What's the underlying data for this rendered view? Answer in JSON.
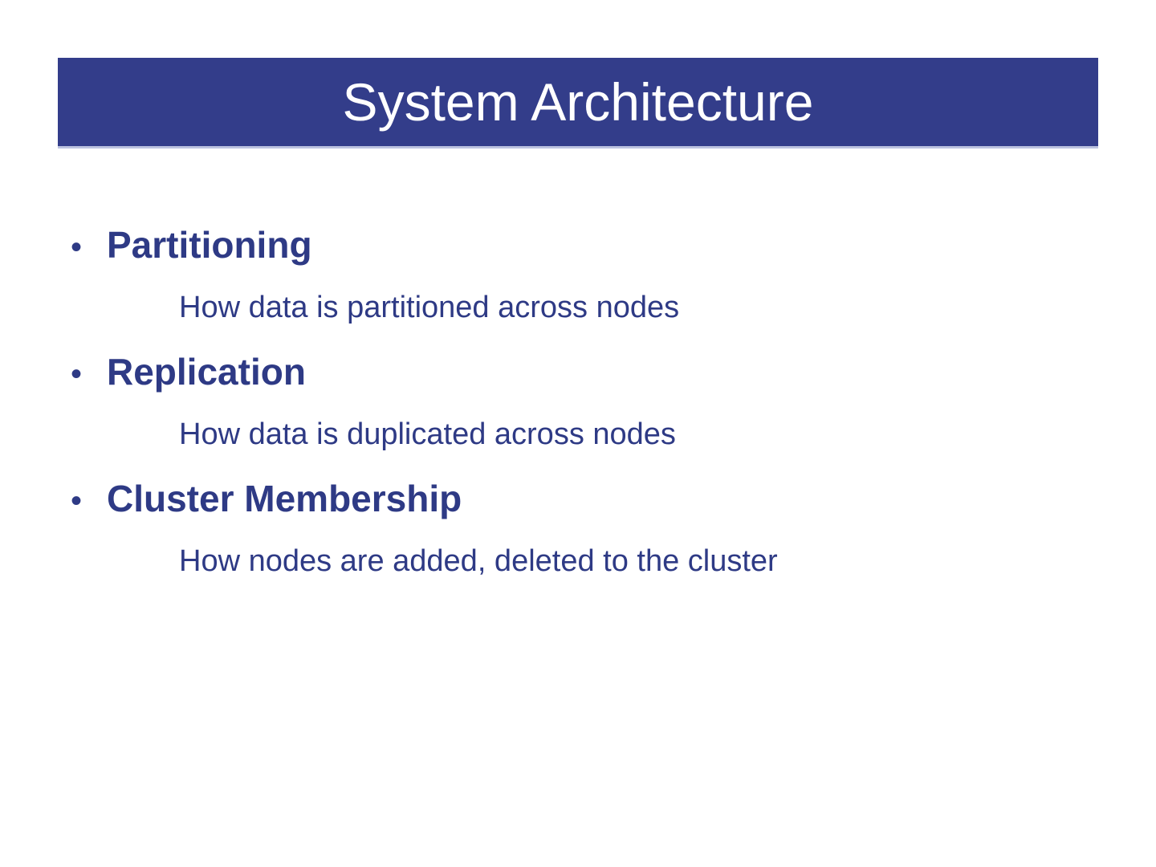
{
  "slide": {
    "title": "System Architecture",
    "bullet_char": "•",
    "colors": {
      "header_bg": "#333d8a",
      "header_bottom_edge": "#bcc3e0",
      "title_text": "#ffffff",
      "body_text": "#2e3a85",
      "page_bg": "#ffffff"
    },
    "bullets": [
      {
        "heading": "Partitioning",
        "description": "How data is partitioned across nodes"
      },
      {
        "heading": "Replication",
        "description": "How data is duplicated across nodes"
      },
      {
        "heading": "Cluster Membership",
        "description": "How nodes are added, deleted to the cluster"
      }
    ]
  }
}
